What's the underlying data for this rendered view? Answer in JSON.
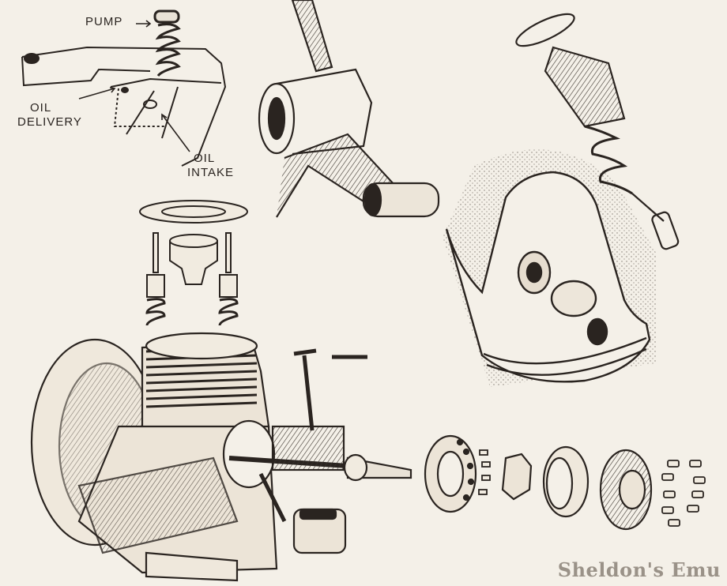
{
  "labels": {
    "pump": "PUMP",
    "oil_delivery_1": "OIL",
    "oil_delivery_2": "DELIVERY",
    "oil_intake_1": "OIL",
    "oil_intake_2": "INTAKE"
  },
  "watermark": "Sheldon's Emu",
  "colors": {
    "ink": "#2a2420",
    "paper": "#f4f0e8",
    "watermark": "#9a9288"
  }
}
